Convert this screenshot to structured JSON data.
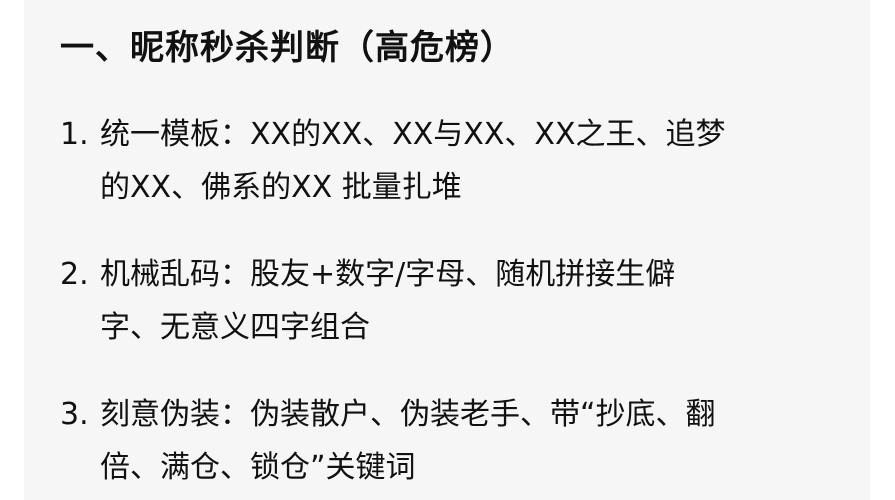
{
  "heading": "一、昵称秒杀判断（高危榜）",
  "items": [
    {
      "number": "1.",
      "lines": [
        "统一模板：XX的XX、XX与XX、XX之王、追梦",
        "的XX、佛系的XX 批量扎堆"
      ]
    },
    {
      "number": "2.",
      "lines": [
        "机械乱码：股友+数字/字母、随机拼接生僻",
        "字、无意义四字组合"
      ]
    },
    {
      "number": "3.",
      "lines": [
        "刻意伪装：伪装散户、伪装老手、带“抄底、翻",
        "倍、满仓、锁仓”关键词"
      ]
    }
  ]
}
